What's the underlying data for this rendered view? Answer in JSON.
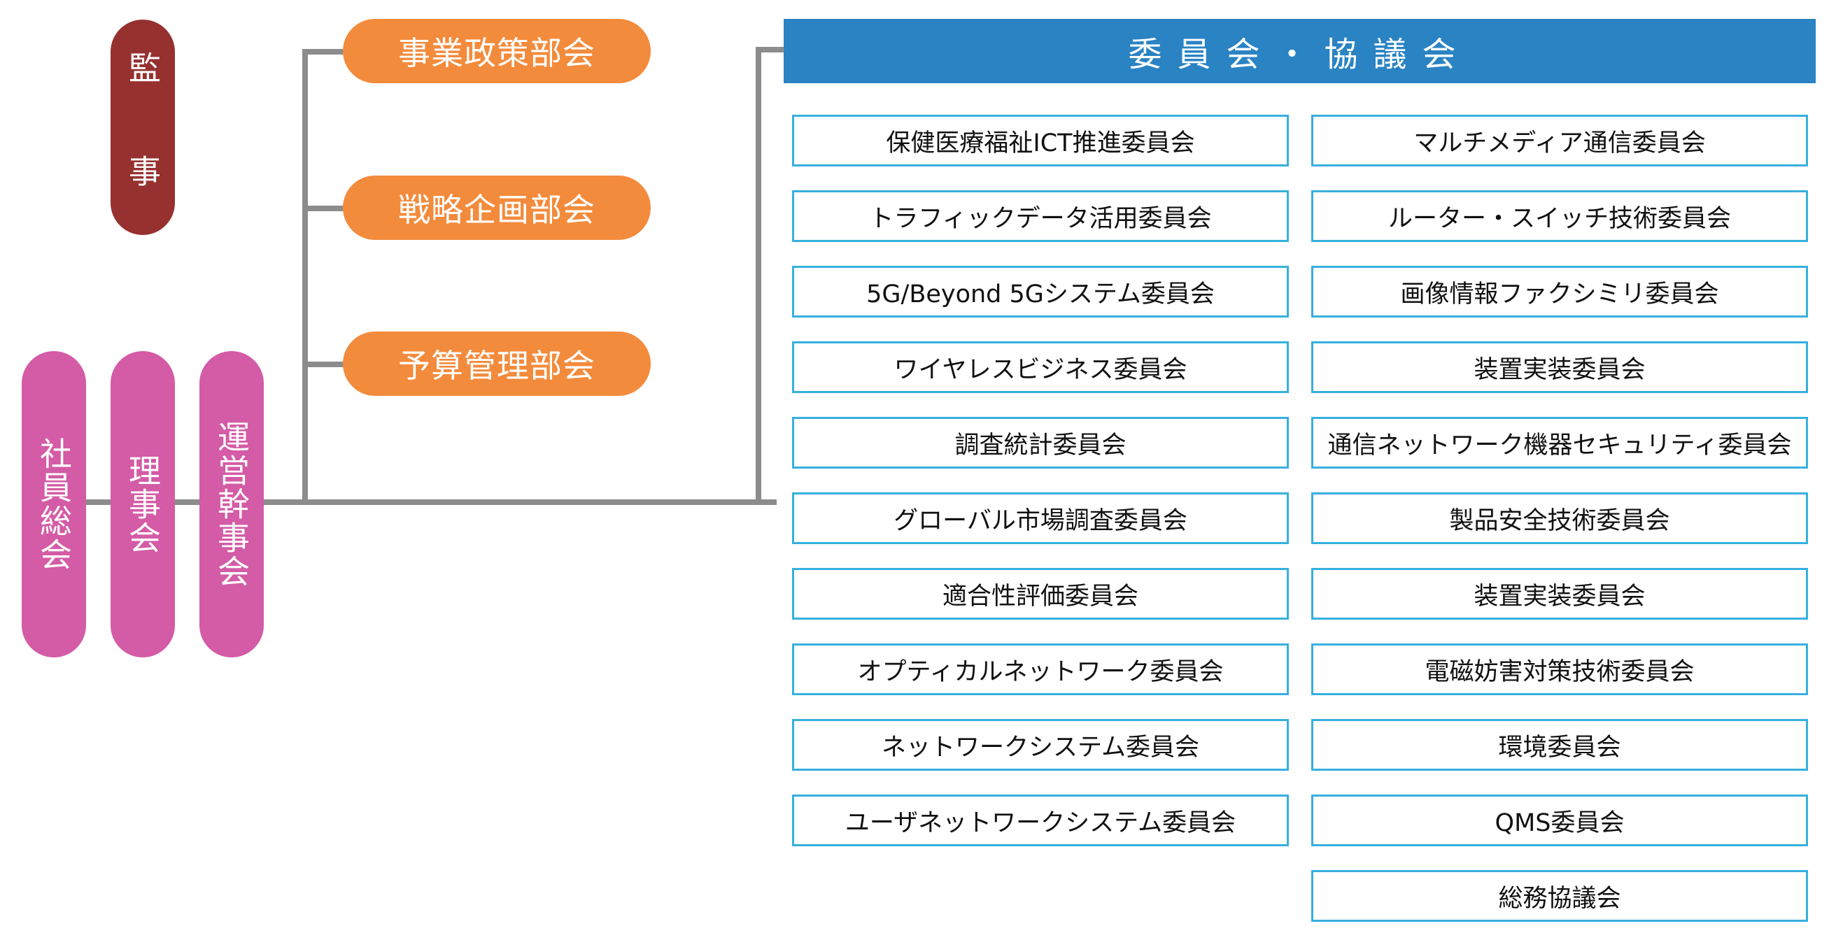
{
  "left_nodes": {
    "auditor": "監 事",
    "general_meeting": "社員総会",
    "board": "理事会",
    "management": "運営幹事会"
  },
  "divisions": [
    "事業政策部会",
    "戦略企画部会",
    "予算管理部会"
  ],
  "committee_title": "委員会・協議会",
  "committees_left": [
    "保健医療福祉ICT推進委員会",
    "トラフィックデータ活用委員会",
    "5G/Beyond 5Gシステム委員会",
    "ワイヤレスビジネス委員会",
    "調査統計委員会",
    "グローバル市場調査委員会",
    "適合性評価委員会",
    "オプティカルネットワーク委員会",
    "ネットワークシステム委員会",
    "ユーザネットワークシステム委員会"
  ],
  "committees_right": [
    "マルチメディア通信委員会",
    "ルーター・スイッチ技術委員会",
    "画像情報ファクシミリ委員会",
    "装置実装委員会",
    "通信ネットワーク機器セキュリティ委員会",
    "製品安全技術委員会",
    "装置実装委員会",
    "電磁妨害対策技術委員会",
    "環境委員会",
    "QMS委員会",
    "総務協議会"
  ],
  "colors": {
    "auditor": "#96312f",
    "executive": "#d45ba6",
    "division": "#f38b3c",
    "banner": "#2a83c3",
    "box_border": "#36b0de",
    "connector": "#8c8c8c"
  }
}
